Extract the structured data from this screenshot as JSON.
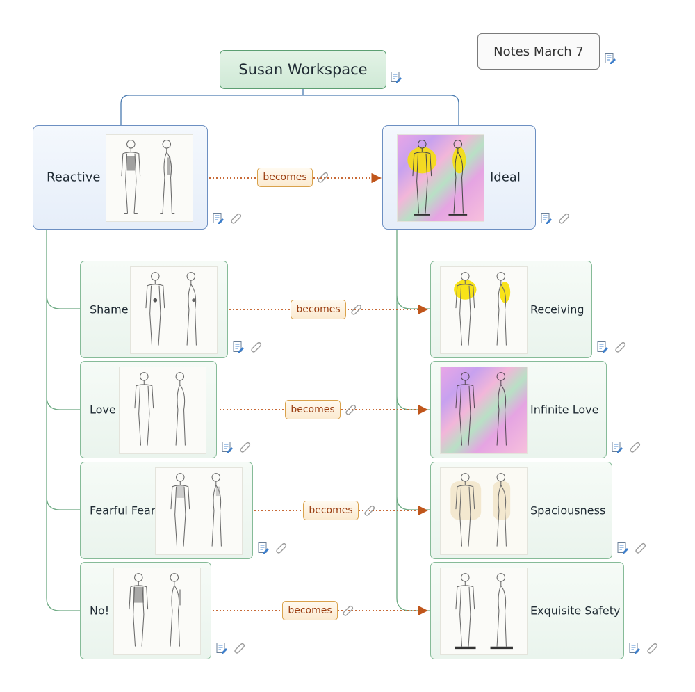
{
  "root": {
    "label": "Susan Workspace"
  },
  "notes_box": {
    "label": "Notes March 7"
  },
  "reactive": {
    "label": "Reactive"
  },
  "ideal": {
    "label": "Ideal"
  },
  "link_label": "becomes",
  "left_items": [
    {
      "label": "Shame"
    },
    {
      "label": "Love"
    },
    {
      "label": "Fearful Fear"
    },
    {
      "label": "No!"
    }
  ],
  "right_items": [
    {
      "label": "Receiving"
    },
    {
      "label": "Infinite Love"
    },
    {
      "label": "Spaciousness"
    },
    {
      "label": "Exquisite Safety"
    }
  ],
  "icons": {
    "note": "note-icon",
    "attachment": "paperclip-icon"
  },
  "colors": {
    "link": "#c0561b",
    "tree_blue": "#4a7bb0",
    "tree_green": "#6aa880"
  }
}
